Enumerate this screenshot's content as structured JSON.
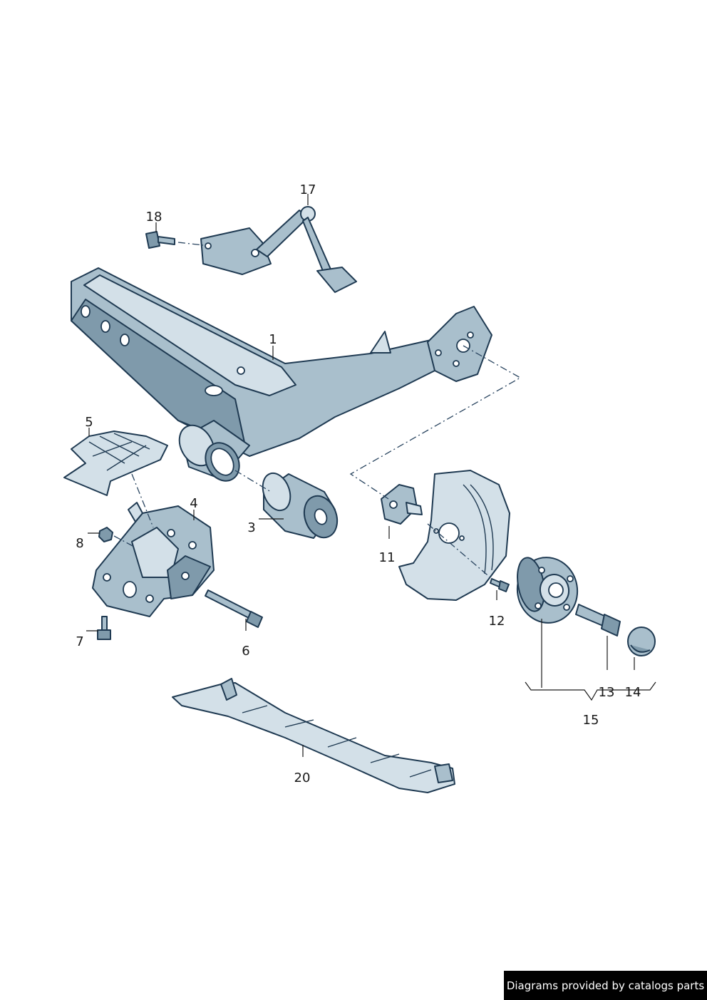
{
  "callouts": {
    "c1": "1",
    "c3": "3",
    "c4": "4",
    "c5": "5",
    "c6": "6",
    "c7": "7",
    "c8": "8",
    "c11": "11",
    "c12": "12",
    "c13": "13",
    "c14": "14",
    "c15": "15",
    "c17": "17",
    "c18": "18",
    "c20": "20"
  },
  "credit": "Diagrams provided by catalogs parts",
  "colors": {
    "part_fill": "#a9bfcc",
    "part_stroke": "#1f3a52",
    "credit_bg": "#000000",
    "credit_text": "#ffffff"
  }
}
